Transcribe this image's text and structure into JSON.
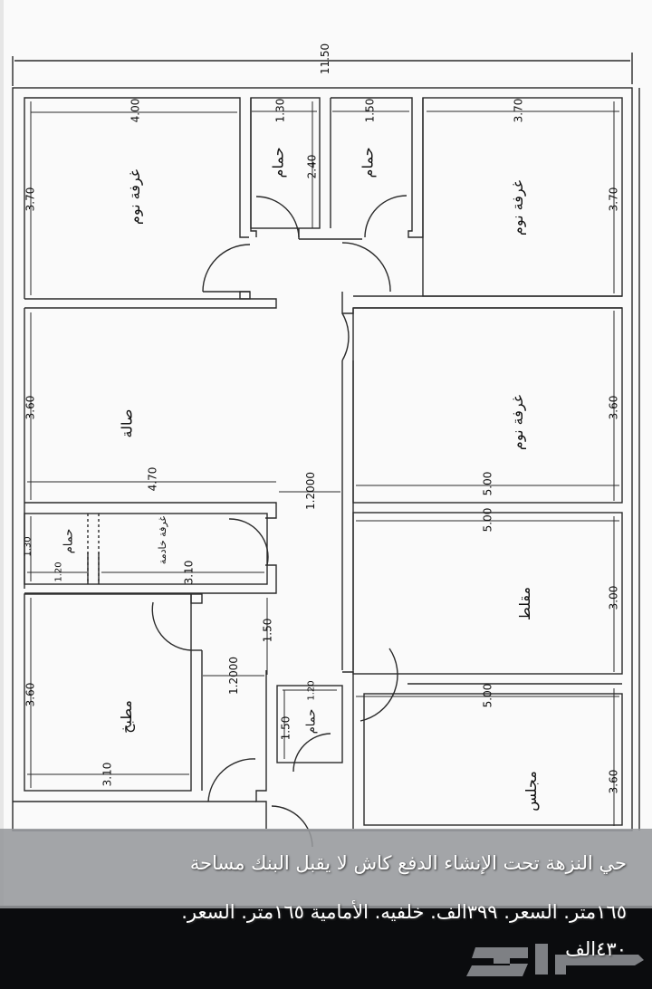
{
  "plan": {
    "overall_width": "11.50",
    "rooms": [
      {
        "id": "bedroom-top-left",
        "label": "غرفة نوم",
        "width": "4.00",
        "height": "3.70"
      },
      {
        "id": "bath-top-1",
        "label": "حمام",
        "width": "1.30",
        "height": "2.40"
      },
      {
        "id": "bath-top-2",
        "label": "حمام",
        "width": "1.50"
      },
      {
        "id": "bedroom-top-right",
        "label": "غرفة نوم",
        "width": "3.70",
        "height": "3.70"
      },
      {
        "id": "hall",
        "label": "صالة",
        "width": "4.70",
        "height": "3.60"
      },
      {
        "id": "bedroom-mid-right",
        "label": "غرفة نوم",
        "width": "5.00",
        "height": "3.60"
      },
      {
        "id": "maid-room",
        "label": "غرفة خادمة",
        "width": "3.10"
      },
      {
        "id": "maid-bath",
        "label": "حمام",
        "width": "1.20",
        "height": "1.30"
      },
      {
        "id": "annex",
        "label": "مقلط",
        "width": "5.00",
        "height": "3.00"
      },
      {
        "id": "kitchen",
        "label": "مطبخ",
        "width": "3.10",
        "height": "3.60"
      },
      {
        "id": "bath-bottom",
        "label": "حمام",
        "width": "1.20",
        "height": "1.50"
      },
      {
        "id": "majlis",
        "label": "مجلس",
        "width": "5.00",
        "height": "3.60"
      }
    ],
    "corridor": {
      "width_upper": "1.2000",
      "width_lower": "1.2000",
      "entry_depth": "1.50"
    }
  },
  "caption": {
    "line1": "حي النزهة تحت الإنشاء الدفع كاش  لا يقبل البنك  مساحة",
    "line2": "١٦٥متر. السعر. ٣٩٩الف.  خلفيه.  الأمامية ١٦٥متر. السعر.",
    "line3": "٤٣٠الف"
  },
  "logo": {
    "name": "haraj-logo",
    "text": "حراج"
  },
  "colors": {
    "line": "#2a2a2a",
    "paper": "#fafafa",
    "caption_bg": "#96989c",
    "footer_bg": "#0b0c0e",
    "logo": "#7e8084"
  }
}
